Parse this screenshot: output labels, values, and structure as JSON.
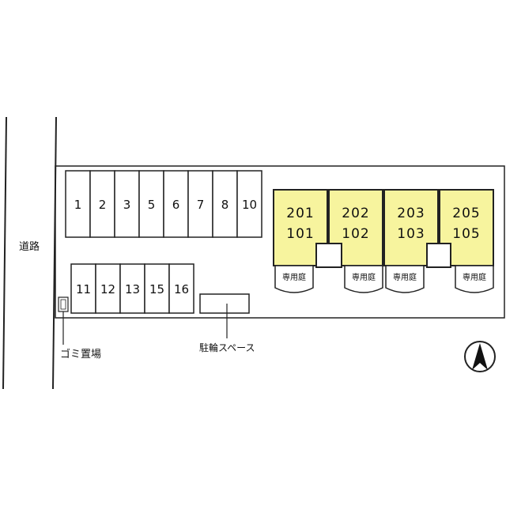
{
  "road": {
    "label": "道路"
  },
  "parking_top": [
    "1",
    "2",
    "3",
    "5",
    "6",
    "7",
    "8",
    "10"
  ],
  "parking_bottom": [
    "11",
    "12",
    "13",
    "15",
    "16"
  ],
  "units": [
    {
      "upper": "201",
      "lower": "101",
      "garden": "専用庭"
    },
    {
      "upper": "202",
      "lower": "102",
      "garden": "専用庭"
    },
    {
      "upper": "203",
      "lower": "103",
      "garden": "専用庭"
    },
    {
      "upper": "205",
      "lower": "105",
      "garden": "専用庭"
    }
  ],
  "garbage": {
    "label": "ゴミ置場"
  },
  "bike": {
    "label": "駐輪スペース"
  },
  "north_icon": "north-arrow-icon",
  "colors": {
    "unit_fill": "#f7f49e",
    "line": "#222222"
  }
}
